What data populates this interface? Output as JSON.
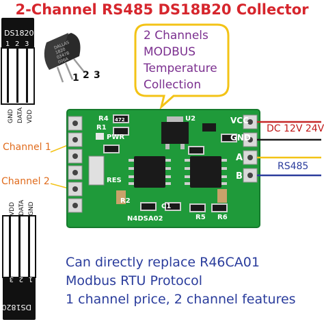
{
  "title": "2-Channel RS485 DS18B20 Collector",
  "bubble": {
    "lines": [
      "2 Channels",
      "MODBUS",
      "Temperature",
      "Collection"
    ]
  },
  "sensor_top": {
    "model": "DS1820",
    "pins": [
      "1",
      "2",
      "3"
    ],
    "pin_names": [
      "GND",
      "DATA",
      "VDD"
    ]
  },
  "sensor_bottom": {
    "model": "DS1820",
    "pins": [
      "3",
      "2",
      "1"
    ],
    "pin_names": [
      "VDD",
      "DATA",
      "GND"
    ]
  },
  "to92": {
    "marking": [
      "DALLAS",
      "1820",
      "0347B",
      "006A"
    ],
    "pins": [
      "1",
      "2",
      "3"
    ]
  },
  "labels": {
    "channel1": "Channel 1",
    "channel2": "Channel 2",
    "power": "DC 12V 24V",
    "rs485": "RS485"
  },
  "pcb": {
    "vcc": "VCC",
    "gnd": "GND",
    "a": "A",
    "b": "B",
    "u2": "U2",
    "r4": "R4",
    "r1": "R1",
    "pwr": "PWR",
    "res": "RES",
    "r2": "R2",
    "c1": "C1",
    "r5": "R5",
    "r6": "R6",
    "model": "N4DSA02",
    "resistor_code": "472"
  },
  "features": [
    "Can directly replace R46CA01",
    "Modbus RTU Protocol",
    "1 channel price, 2 channel features"
  ],
  "colors": {
    "title": "#d6262d",
    "bubble_border": "#f3c316",
    "bubble_text": "#7b2f8f",
    "pcb": "#1f9a3a",
    "vcc_wire": "#c62828",
    "gnd_wire": "#1a1a1a",
    "a_wire": "#f3c316",
    "b_wire": "#2a3c9c",
    "channel_text": "#e06b1c",
    "feature_text": "#2a3c9c"
  }
}
